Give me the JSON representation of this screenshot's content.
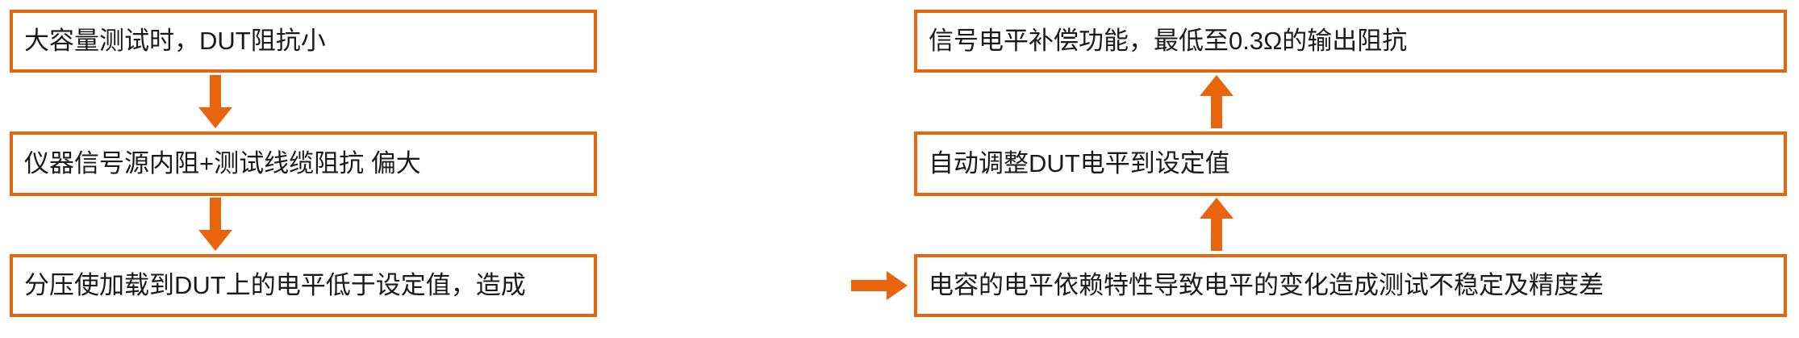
{
  "diagram": {
    "title_visible": false,
    "accent_color": "#E8650D",
    "text_color": "#1a1a1a",
    "background_color": "#ffffff",
    "left_column": {
      "nodes": [
        {
          "id": "l1",
          "label": "大容量测试时，DUT阻抗小"
        },
        {
          "id": "l2",
          "label": "仪器信号源内阻+测试线缆阻抗  偏大"
        },
        {
          "id": "l3",
          "label": "分压使加载到DUT上的电平低于设定值，造成"
        }
      ]
    },
    "right_column": {
      "nodes": [
        {
          "id": "r1",
          "label": "信号电平补偿功能，最低至0.3Ω的输出阻抗"
        },
        {
          "id": "r2",
          "label": "自动调整DUT电平到设定值"
        },
        {
          "id": "r3",
          "label": "电容的电平依赖特性导致电平的变化造成测试不稳定及精度差"
        }
      ]
    },
    "connectors": [
      {
        "id": "a-down-1",
        "icon": "arrow-down-icon",
        "direction": "down",
        "from": "l1",
        "to": "l2"
      },
      {
        "id": "a-down-2",
        "icon": "arrow-down-icon",
        "direction": "down",
        "from": "l2",
        "to": "l3"
      },
      {
        "id": "a-right-1",
        "icon": "arrow-right-icon",
        "direction": "right",
        "from": "l3",
        "to": "r3"
      },
      {
        "id": "a-up-1",
        "icon": "arrow-up-icon",
        "direction": "up",
        "from": "r2",
        "to": "r1"
      },
      {
        "id": "a-up-2",
        "icon": "arrow-up-icon",
        "direction": "up",
        "from": "r3",
        "to": "r2"
      }
    ]
  }
}
